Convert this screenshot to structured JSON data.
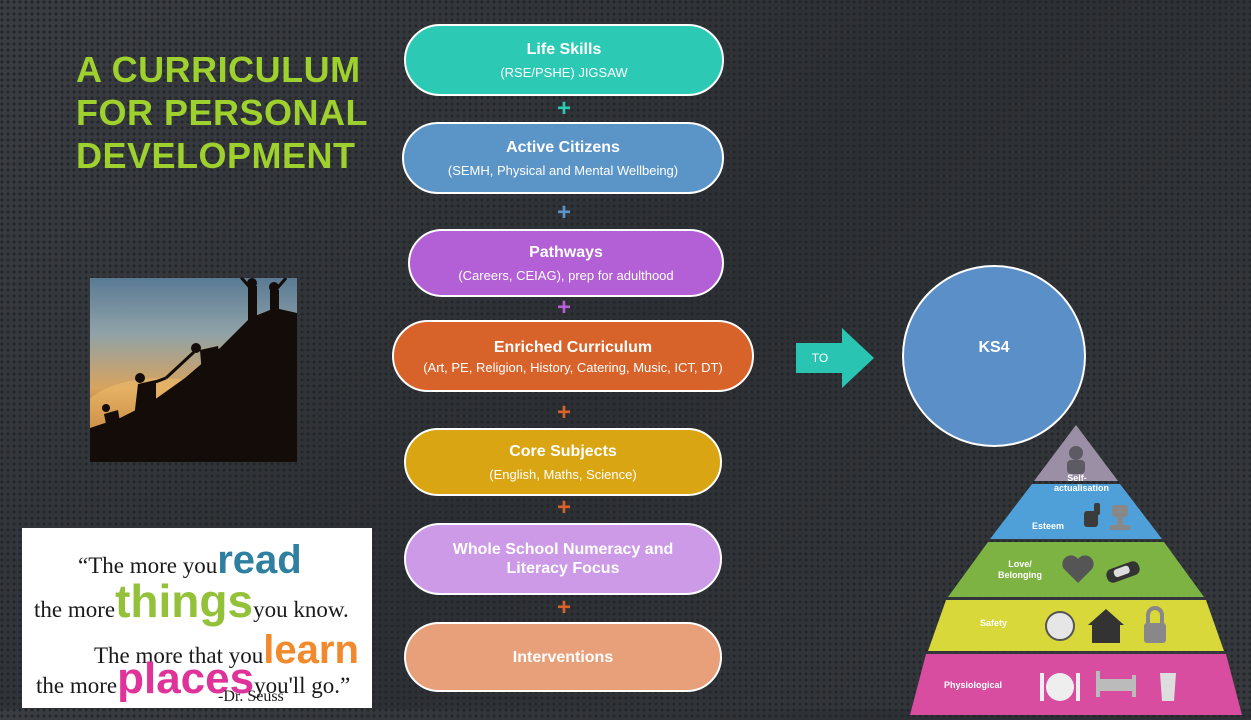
{
  "title": {
    "line1": "A CURRICULUM",
    "line2": "FOR PERSONAL",
    "line3": "DEVELOPMENT"
  },
  "pills": [
    {
      "heading": "Life Skills",
      "sub": "(RSE/PSHE) JIGSAW",
      "color": "#2cc9b5"
    },
    {
      "heading": "Active Citizens",
      "sub": "(SEMH,  Physical and Mental Wellbeing)",
      "color": "#5b95c8"
    },
    {
      "heading": "Pathways",
      "sub": "(Careers, CEIAG), prep for adulthood",
      "color": "#b35fd6"
    },
    {
      "heading": "Enriched Curriculum",
      "sub": "(Art, PE, Religion, History, Catering, Music, ICT, DT)",
      "color": "#d8632a"
    },
    {
      "heading": "Core Subjects",
      "sub": "(English, Maths, Science)",
      "color": "#d9a513"
    },
    {
      "heading": "Whole School Numeracy and Literacy Focus",
      "sub": "",
      "color": "#cc9ae6"
    },
    {
      "heading": "Interventions",
      "sub": "",
      "color": "#e8a07a"
    }
  ],
  "plus_symbol": "+",
  "arrow": {
    "label": "TO",
    "color": "#2ac4b3"
  },
  "ks4": {
    "label": "KS4",
    "color": "#5b8fc7"
  },
  "quote": {
    "l1a": "“The more you",
    "l1b": "read",
    "l2a": "the more",
    "l2b": "things",
    "l2c": "you know.",
    "l3a": "The more that you",
    "l3b": "learn",
    "l4a": "the more",
    "l4b": "places",
    "l4c": "you'll go.”",
    "author": "-Dr. Seuss"
  },
  "pyramid": {
    "levels": [
      {
        "label": "Self-actualisation",
        "color": "#9b8fa6"
      },
      {
        "label": "Esteem",
        "color": "#4fa0d8"
      },
      {
        "label": "Love/ Belonging",
        "color": "#7cb342"
      },
      {
        "label": "Safety",
        "color": "#d8d83a"
      },
      {
        "label": "Physiological",
        "color": "#d94da0"
      }
    ],
    "icons": [
      "person-icon",
      "thumbs-up-icon",
      "trophy-icon",
      "heart-icon",
      "handshake-icon",
      "money-icon",
      "house-icon",
      "padlock-icon",
      "plate-cutlery-icon",
      "bed-icon",
      "glass-icon"
    ]
  }
}
